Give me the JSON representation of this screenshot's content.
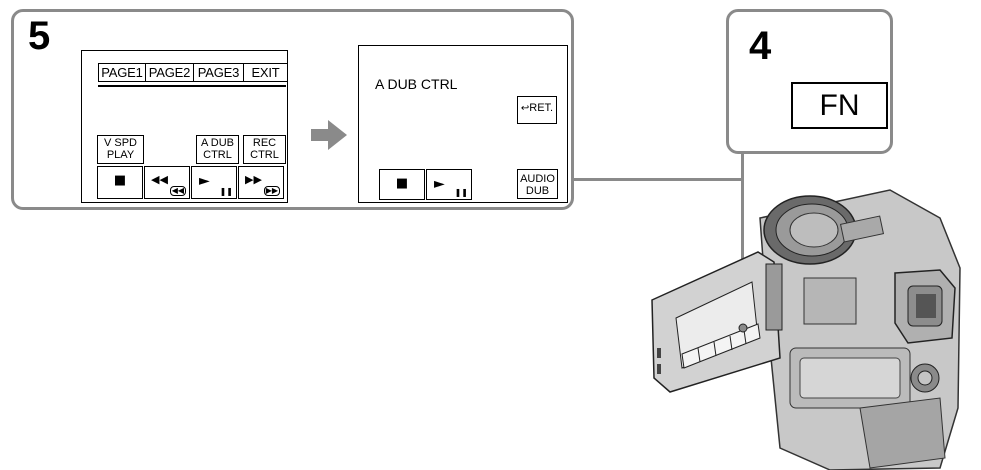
{
  "step5": {
    "number": "5",
    "screen1": {
      "tabs": [
        "PAGE1",
        "PAGE2",
        "PAGE3",
        "EXIT"
      ],
      "v_spd_play": [
        "V SPD",
        "PLAY"
      ],
      "a_dub_ctrl": [
        "A DUB",
        "CTRL"
      ],
      "rec_ctrl": [
        "REC",
        "CTRL"
      ],
      "controls": {
        "stop": "■",
        "rewind": "◀◀",
        "rewind_sub": "◀◀",
        "play": "►",
        "play_sub": "❚❚",
        "ff": "▶▶",
        "ff_sub": "▶▶"
      }
    },
    "screen2": {
      "title": "A DUB CTRL",
      "ret_icon": "↩",
      "ret_label": "RET.",
      "audio_dub": [
        "AUDIO",
        "DUB"
      ],
      "controls": {
        "stop": "■",
        "play": "►",
        "play_sub": "❚❚"
      }
    }
  },
  "step4": {
    "number": "4",
    "fn_label": "FN"
  },
  "colors": {
    "panel_border": "#8a8a8a",
    "arrow": "#8a8a8a",
    "camera_body": "#c8c8c8",
    "camera_dark": "#555555"
  }
}
